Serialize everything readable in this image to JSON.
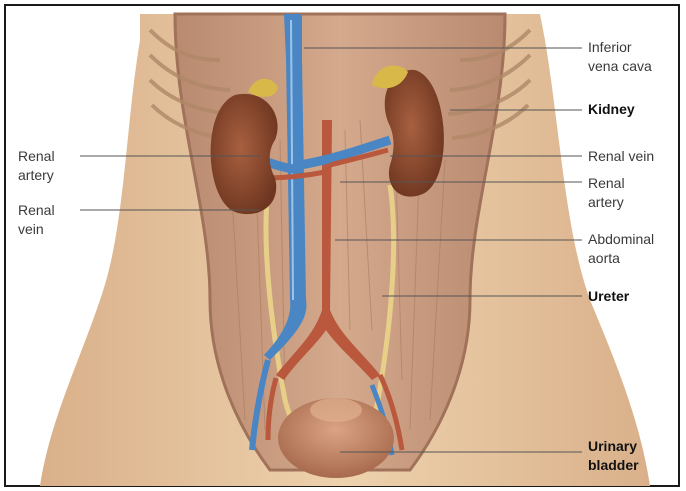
{
  "labels": {
    "inferior_vena_cava": "Inferior\nvena cava",
    "kidney": "Kidney",
    "renal_vein_right": "Renal vein",
    "renal_artery_right": "Renal\nartery",
    "abdominal_aorta": "Abdominal\naorta",
    "ureter": "Ureter",
    "urinary_bladder": "Urinary\nbladder",
    "renal_artery_left": "Renal\nartery",
    "renal_vein_left": "Renal\nvein"
  },
  "colors": {
    "skin": "#e8c9a0",
    "muscle": "#c99a7c",
    "kidney": "#8a4a2e",
    "adrenal": "#d9b84a",
    "vein": "#4a86c4",
    "artery": "#b9583c",
    "ureter": "#e7cf8a",
    "bladder": "#c98a6a"
  }
}
